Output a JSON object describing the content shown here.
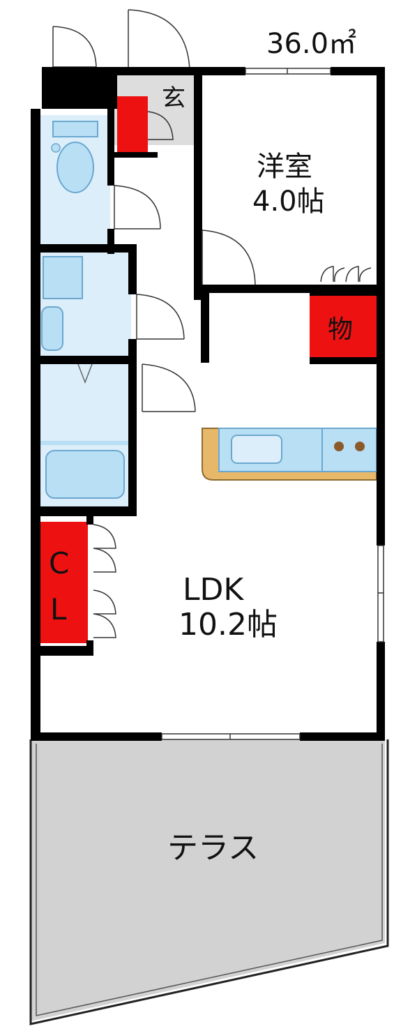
{
  "area": "36.0㎡",
  "rooms": {
    "genkan": "玄",
    "western_name": "洋室",
    "western_size": "4.0帖",
    "storage": "物",
    "closet_top": "C",
    "closet_bottom": "L",
    "ldk_name": "LDK",
    "ldk_size": "10.2帖",
    "terrace": "テラス"
  },
  "colors": {
    "wall": "#000000",
    "storage_red": "#ee1111",
    "wet_area_blue": "#dceefa",
    "fixture_blue": "#b9dff5",
    "terrace_gray": "#d2d2d2",
    "entry_gray": "#dddddd",
    "counter_tan": "#e8b86a"
  }
}
